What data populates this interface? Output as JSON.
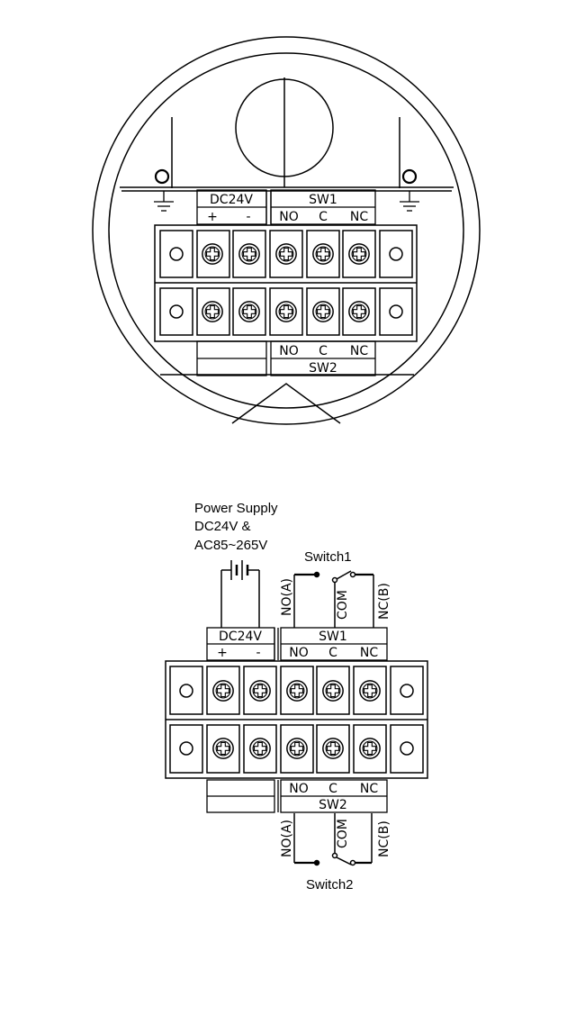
{
  "top_view": {
    "dc_header": "DC24V",
    "dc_plus": "+",
    "dc_minus": "-",
    "sw1_header": "SW1",
    "sw1_no": "NO",
    "sw1_c": "C",
    "sw1_nc": "NC",
    "sw2_header": "SW2",
    "sw2_no": "NO",
    "sw2_c": "C",
    "sw2_nc": "NC"
  },
  "wiring": {
    "power_line1": "Power Supply",
    "power_line2": "DC24V &",
    "power_line3": "AC85~265V",
    "switch1_title": "Switch1",
    "switch2_title": "Switch2",
    "no_a": "NO(A)",
    "com": "COM",
    "nc_b": "NC(B)",
    "dc_header": "DC24V",
    "dc_plus": "+",
    "dc_minus": "-",
    "sw1_header": "SW1",
    "sw1_no": "NO",
    "sw1_c": "C",
    "sw1_nc": "NC",
    "sw2_header": "SW2",
    "sw2_no": "NO",
    "sw2_c": "C",
    "sw2_nc": "NC"
  }
}
